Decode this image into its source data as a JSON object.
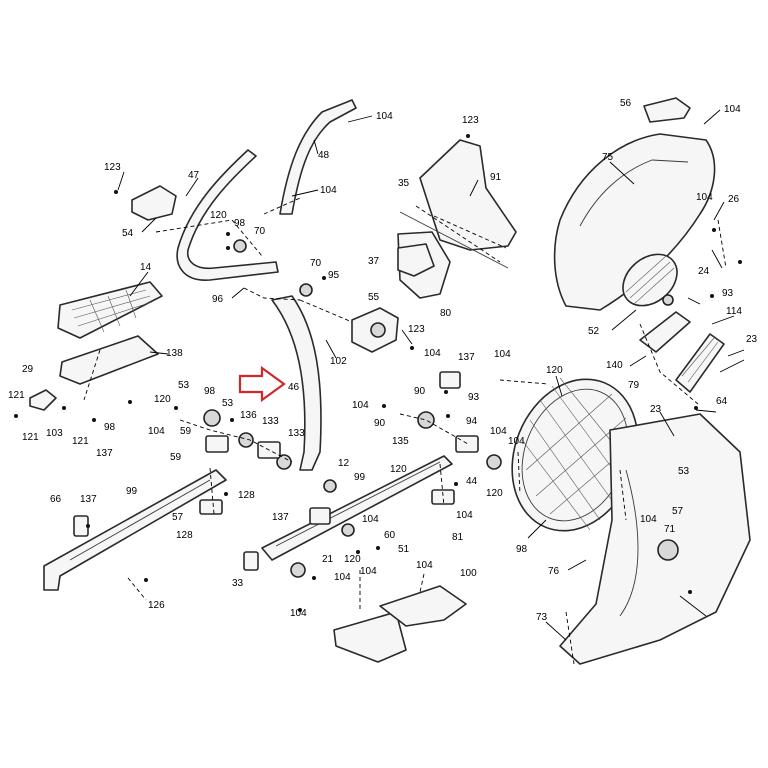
{
  "labels": [
    {
      "id": "l104a",
      "text": "104"
    },
    {
      "id": "l56",
      "text": "56"
    },
    {
      "id": "l104b",
      "text": "104"
    },
    {
      "id": "l48",
      "text": "48"
    },
    {
      "id": "l104c",
      "text": "104"
    },
    {
      "id": "l123a",
      "text": "123"
    },
    {
      "id": "l91",
      "text": "91"
    },
    {
      "id": "l75",
      "text": "75"
    },
    {
      "id": "l123b",
      "text": "123"
    },
    {
      "id": "l47",
      "text": "47"
    },
    {
      "id": "l104d",
      "text": "104"
    },
    {
      "id": "l35",
      "text": "35"
    },
    {
      "id": "l54",
      "text": "54"
    },
    {
      "id": "l120a",
      "text": "120"
    },
    {
      "id": "l98a",
      "text": "98"
    },
    {
      "id": "l70a",
      "text": "70"
    },
    {
      "id": "l26",
      "text": "26"
    },
    {
      "id": "l37",
      "text": "37"
    },
    {
      "id": "l14",
      "text": "14"
    },
    {
      "id": "l70b",
      "text": "70"
    },
    {
      "id": "l95",
      "text": "95"
    },
    {
      "id": "l24",
      "text": "24"
    },
    {
      "id": "l96",
      "text": "96"
    },
    {
      "id": "l55",
      "text": "55"
    },
    {
      "id": "l80",
      "text": "80"
    },
    {
      "id": "l93a",
      "text": "93"
    },
    {
      "id": "l52",
      "text": "52"
    },
    {
      "id": "l114",
      "text": "114"
    },
    {
      "id": "l123c",
      "text": "123"
    },
    {
      "id": "l138",
      "text": "138"
    },
    {
      "id": "l102",
      "text": "102"
    },
    {
      "id": "l104e",
      "text": "104"
    },
    {
      "id": "l137a",
      "text": "137"
    },
    {
      "id": "l104f",
      "text": "104"
    },
    {
      "id": "l23a",
      "text": "23"
    },
    {
      "id": "l29",
      "text": "29"
    },
    {
      "id": "l140",
      "text": "140"
    },
    {
      "id": "l46",
      "text": "46"
    },
    {
      "id": "l120b",
      "text": "120"
    },
    {
      "id": "l53a",
      "text": "53"
    },
    {
      "id": "l98b",
      "text": "98"
    },
    {
      "id": "l90a",
      "text": "90"
    },
    {
      "id": "l93b",
      "text": "93"
    },
    {
      "id": "l79",
      "text": "79"
    },
    {
      "id": "l121a",
      "text": "121"
    },
    {
      "id": "l120c",
      "text": "120"
    },
    {
      "id": "l104g",
      "text": "104"
    },
    {
      "id": "l23b",
      "text": "23"
    },
    {
      "id": "l64",
      "text": "64"
    },
    {
      "id": "l121b",
      "text": "121"
    },
    {
      "id": "l103",
      "text": "103"
    },
    {
      "id": "l98c",
      "text": "98"
    },
    {
      "id": "l53b",
      "text": "53"
    },
    {
      "id": "l90b",
      "text": "90"
    },
    {
      "id": "l104h",
      "text": "104"
    },
    {
      "id": "l59a",
      "text": "59"
    },
    {
      "id": "l136",
      "text": "136"
    },
    {
      "id": "l133a",
      "text": "133"
    },
    {
      "id": "l135",
      "text": "135"
    },
    {
      "id": "l94",
      "text": "94"
    },
    {
      "id": "l121c",
      "text": "121"
    },
    {
      "id": "l137b",
      "text": "137"
    },
    {
      "id": "l59b",
      "text": "59"
    },
    {
      "id": "l133b",
      "text": "133"
    },
    {
      "id": "l104i",
      "text": "104"
    },
    {
      "id": "l104j",
      "text": "104"
    },
    {
      "id": "l53c",
      "text": "53"
    },
    {
      "id": "l12",
      "text": "12"
    },
    {
      "id": "l120d",
      "text": "120"
    },
    {
      "id": "l99a",
      "text": "99"
    },
    {
      "id": "l44",
      "text": "44"
    },
    {
      "id": "l99b",
      "text": "99"
    },
    {
      "id": "l128a",
      "text": "128"
    },
    {
      "id": "l120e",
      "text": "120"
    },
    {
      "id": "l66",
      "text": "66"
    },
    {
      "id": "l137c",
      "text": "137"
    },
    {
      "id": "l57a",
      "text": "57"
    },
    {
      "id": "l137d",
      "text": "137"
    },
    {
      "id": "l104k",
      "text": "104"
    },
    {
      "id": "l57b",
      "text": "57"
    },
    {
      "id": "l104l",
      "text": "104"
    },
    {
      "id": "l128b",
      "text": "128"
    },
    {
      "id": "l104m",
      "text": "104"
    },
    {
      "id": "l81",
      "text": "81"
    },
    {
      "id": "l60",
      "text": "60"
    },
    {
      "id": "l71",
      "text": "71"
    },
    {
      "id": "l98d",
      "text": "98"
    },
    {
      "id": "l120f",
      "text": "120"
    },
    {
      "id": "l51",
      "text": "51"
    },
    {
      "id": "l21",
      "text": "21"
    },
    {
      "id": "l33",
      "text": "33"
    },
    {
      "id": "l104n",
      "text": "104"
    },
    {
      "id": "l104o",
      "text": "104"
    },
    {
      "id": "l104p",
      "text": "104"
    },
    {
      "id": "l76",
      "text": "76"
    },
    {
      "id": "l100",
      "text": "100"
    },
    {
      "id": "l126",
      "text": "126"
    },
    {
      "id": "l104q",
      "text": "104"
    },
    {
      "id": "l73",
      "text": "73"
    }
  ],
  "highlight": {
    "part_label": "46",
    "arrow_color": "#d0282c"
  }
}
